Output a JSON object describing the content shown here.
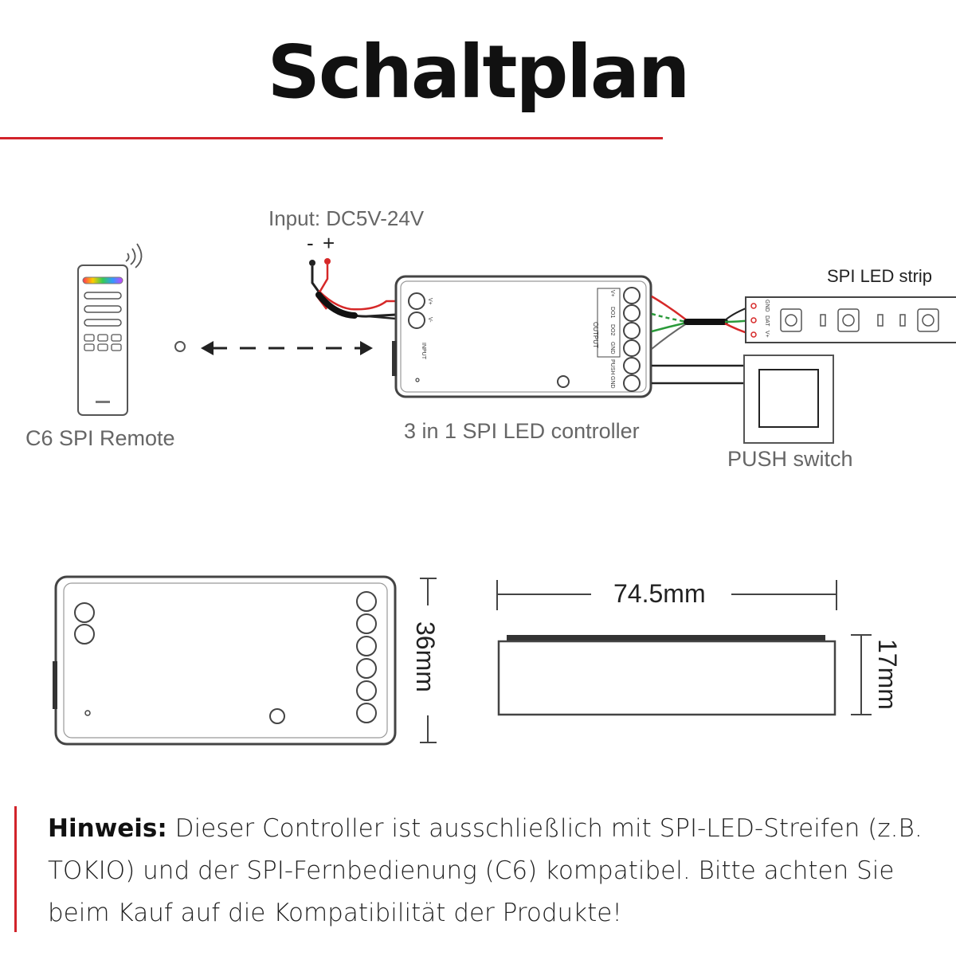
{
  "title": "Schaltplan",
  "labels": {
    "input": "Input: DC5V-24V",
    "minus": "-",
    "plus": "+",
    "spi_led_strip": "SPI  LED strip",
    "remote": "C6 SPI Remote",
    "controller": "3 in 1 SPI LED controller",
    "push_switch": "PUSH switch",
    "width_dim": "74.5mm",
    "height_dim": "36mm",
    "depth_dim": "17mm"
  },
  "controller_terminals": {
    "output": "OUTPUT",
    "v_plus": "V+",
    "do1": "DO1",
    "do2": "DO2",
    "gnd": "GND",
    "push": "PUSH",
    "gnd2": "GND",
    "input": "INPUT",
    "in_plus": "V+",
    "in_minus": "V-"
  },
  "strip_pins": {
    "gnd": "GND",
    "dat": "DAT",
    "v_plus": "V+"
  },
  "note": {
    "label": "Hinweis:",
    "text": " Dieser Controller ist ausschließlich mit SPI-LED-Streifen (z.B. TOKIO) und der SPI-Fernbedienung (C6) kompatibel. Bitte achten Sie beim Kauf auf die Kompatibilität der Produkte!"
  },
  "colors": {
    "accent": "#d2232a",
    "wire_red": "#d62828",
    "wire_green": "#2a9a3a",
    "line": "#333333",
    "label_gray": "#666666"
  }
}
